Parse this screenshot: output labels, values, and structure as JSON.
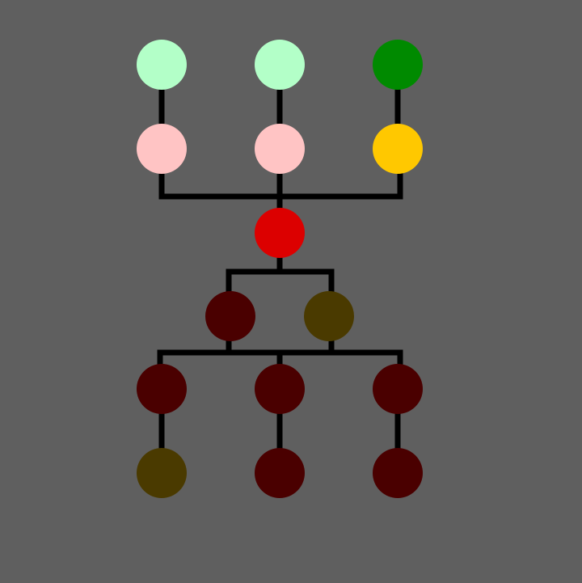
{
  "background": "#5f5f5f",
  "edge_color": "#000000",
  "nodes": [
    {
      "id": "r1c1",
      "color": "#b3ffc8"
    },
    {
      "id": "r1c2",
      "color": "#b3ffc8"
    },
    {
      "id": "r1c3",
      "color": "#008a00"
    },
    {
      "id": "r2c1",
      "color": "#ffc4c4"
    },
    {
      "id": "r2c2",
      "color": "#ffc4c4"
    },
    {
      "id": "r2c3",
      "color": "#ffc800"
    },
    {
      "id": "center",
      "color": "#dc0000"
    },
    {
      "id": "r4c1",
      "color": "#4a0000"
    },
    {
      "id": "r4c2",
      "color": "#4a3a00"
    },
    {
      "id": "r5c1",
      "color": "#4a0000"
    },
    {
      "id": "r5c2",
      "color": "#4a0000"
    },
    {
      "id": "r5c3",
      "color": "#4a0000"
    },
    {
      "id": "r6c1",
      "color": "#4a3a00"
    },
    {
      "id": "r6c2",
      "color": "#4a0000"
    },
    {
      "id": "r6c3",
      "color": "#4a0000"
    }
  ]
}
